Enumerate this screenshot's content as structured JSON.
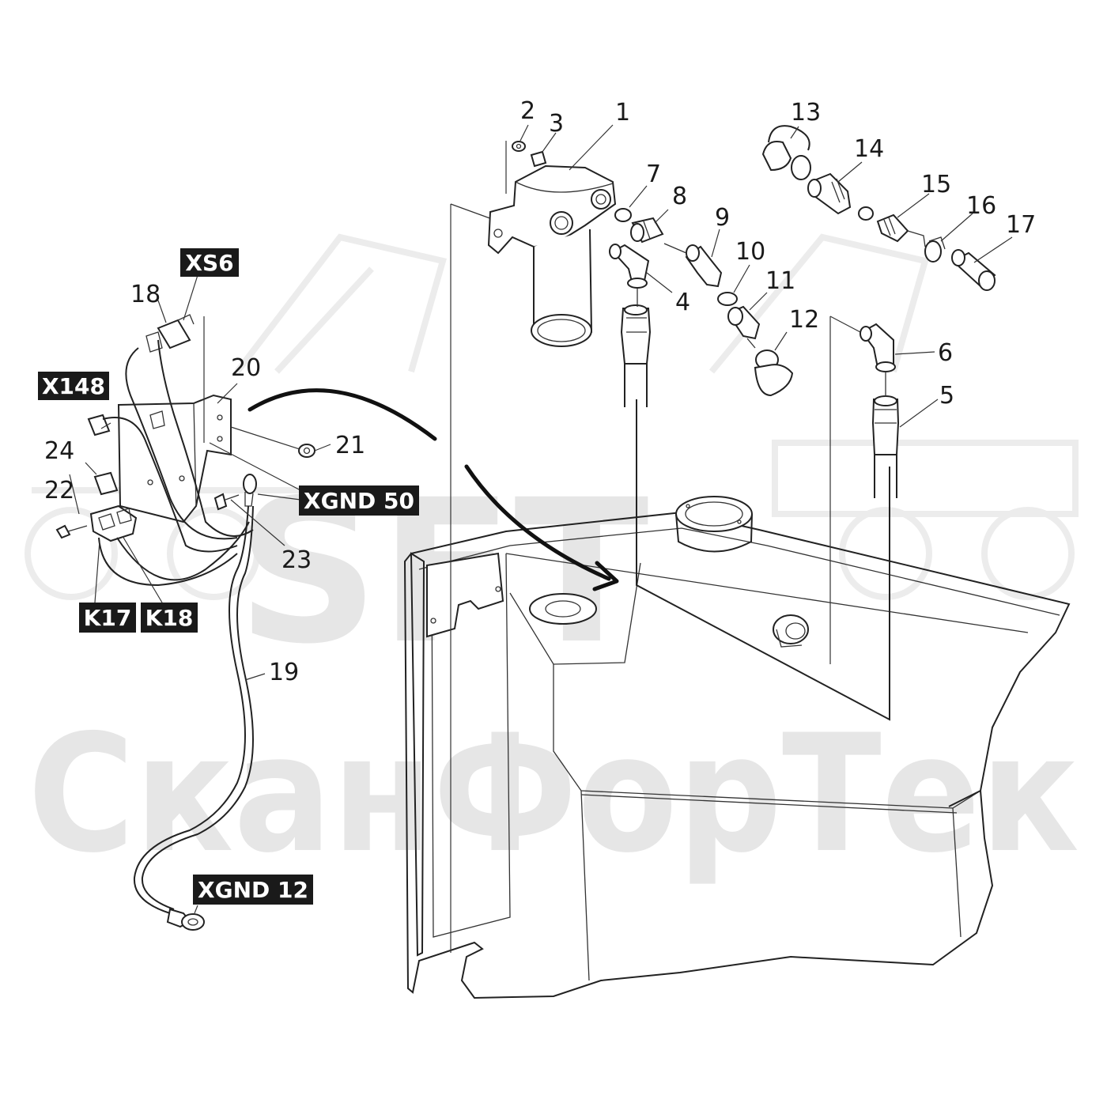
{
  "watermark": {
    "logo": "SFT",
    "company": "СканФорТек"
  },
  "part_numbers": [
    "1",
    "2",
    "3",
    "4",
    "5",
    "6",
    "7",
    "8",
    "9",
    "10",
    "11",
    "12",
    "13",
    "14",
    "15",
    "16",
    "17",
    "18",
    "19",
    "20",
    "21",
    "22",
    "23",
    "24"
  ],
  "connectors": {
    "xs6": "XS6",
    "x148": "X148",
    "xgnd50": "XGND 50",
    "k17": "K17",
    "k18": "K18",
    "xgnd12": "XGND 12"
  },
  "colors": {
    "line": "#222222",
    "tag_bg": "#1a1a1a",
    "tag_text": "#ffffff",
    "watermark": "#e6e6e6"
  }
}
